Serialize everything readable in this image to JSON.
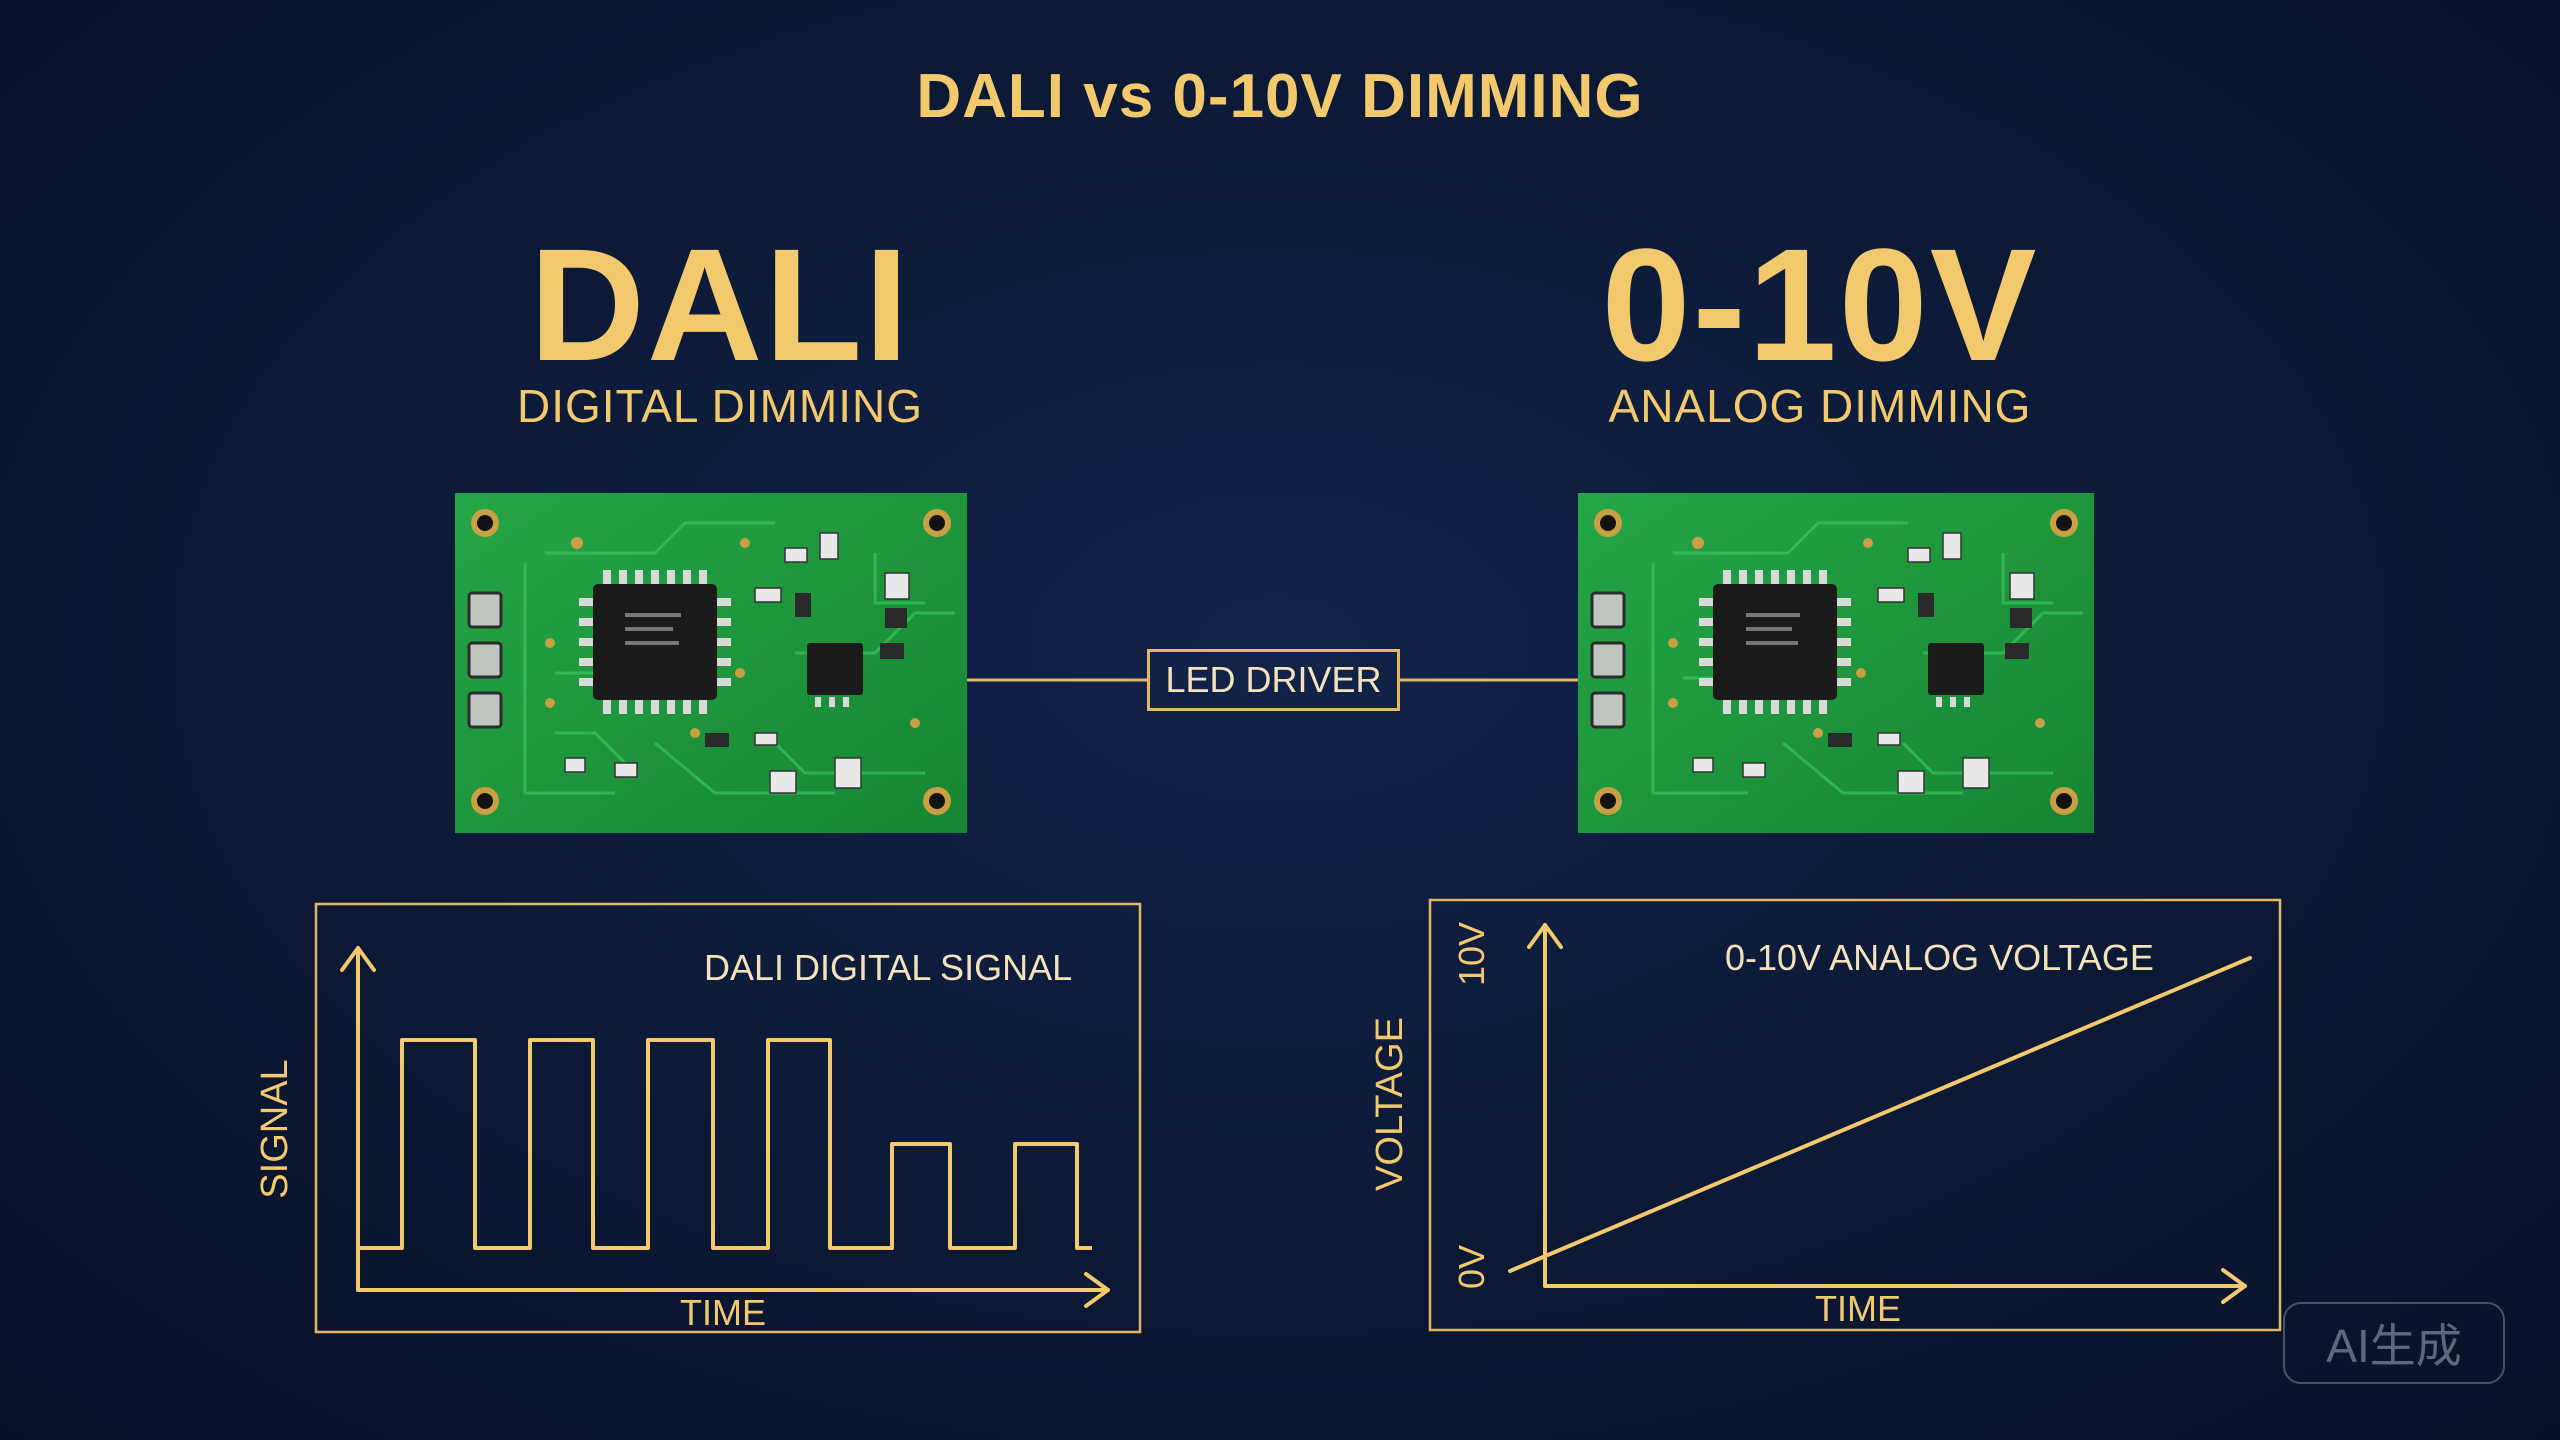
{
  "title": "DALI vs 0-10V DIMMING",
  "dali": {
    "heading": "DALI",
    "subheading": "DIGITAL DIMMING",
    "graph_title": "DALI DIGITAL SIGNAL",
    "y_axis_label": "SIGNAL",
    "x_axis_label": "TIME",
    "pulse_levels": [
      1,
      1,
      1,
      1,
      0.5,
      0.5
    ]
  },
  "analog": {
    "heading": "0-10V",
    "subheading": "ANALOG DIMMING",
    "graph_title": "0-10V ANALOG VOLTAGE",
    "y_axis_label": "VOLTAGE",
    "x_axis_label": "TIME",
    "y_max_label": "10V",
    "y_min_label": "0V"
  },
  "center_label": "LED DRIVER",
  "watermark": "AI生成",
  "colors": {
    "background": "#0c1935",
    "accent": "#f3c96e",
    "pcb": "#1e9a3e",
    "chip": "#1a1a1a"
  }
}
